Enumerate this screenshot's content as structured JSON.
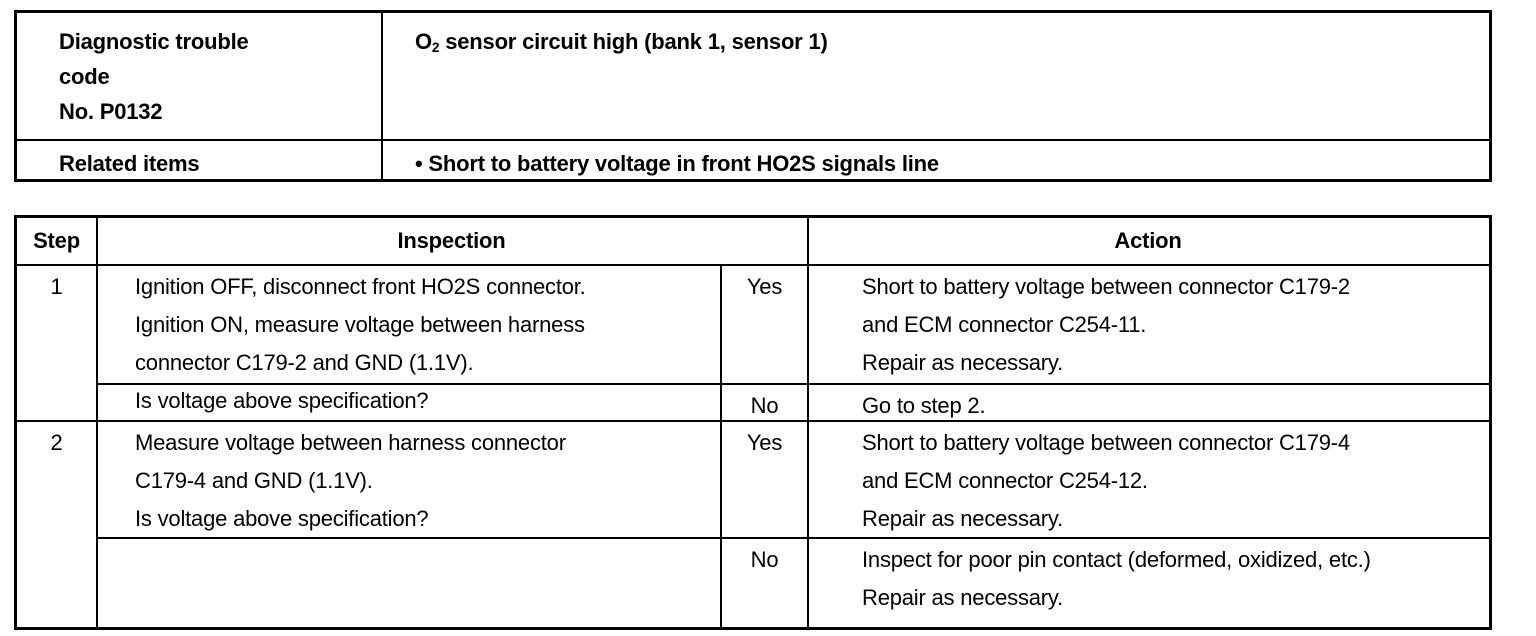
{
  "summary": {
    "code_label_lines": [
      "Diagnostic trouble",
      "code",
      "No. P0132"
    ],
    "code_description_prefix": "O",
    "code_description_subscript": "2",
    "code_description_rest": " sensor circuit high (bank 1, sensor 1)",
    "related_label": "Related items",
    "related_value": "• Short to battery voltage in front HO2S signals line"
  },
  "procedure": {
    "headers": {
      "step": "Step",
      "inspection": "Inspection",
      "action": "Action"
    },
    "rows": [
      {
        "step": "1",
        "inspection_lines": [
          "Ignition OFF, disconnect front HO2S connector.",
          "Ignition ON, measure voltage between harness",
          "connector C179-2 and GND (1.1V).",
          "Is voltage above specification?"
        ],
        "outcomes": [
          {
            "answer": "Yes",
            "action_lines": [
              "Short to battery voltage between connector C179-2",
              "and ECM connector C254-11.",
              "Repair as necessary."
            ]
          },
          {
            "answer": "No",
            "action_lines": [
              "Go to step 2."
            ]
          }
        ]
      },
      {
        "step": "2",
        "inspection_lines": [
          "Measure voltage between harness connector",
          "C179-4 and GND (1.1V).",
          "Is voltage above specification?"
        ],
        "outcomes": [
          {
            "answer": "Yes",
            "action_lines": [
              "Short to battery voltage between connector C179-4",
              "and ECM connector C254-12.",
              "Repair as necessary."
            ]
          },
          {
            "answer": "No",
            "action_lines": [
              "Inspect for poor pin contact (deformed, oxidized, etc.)",
              "Repair as necessary."
            ]
          }
        ]
      }
    ]
  }
}
